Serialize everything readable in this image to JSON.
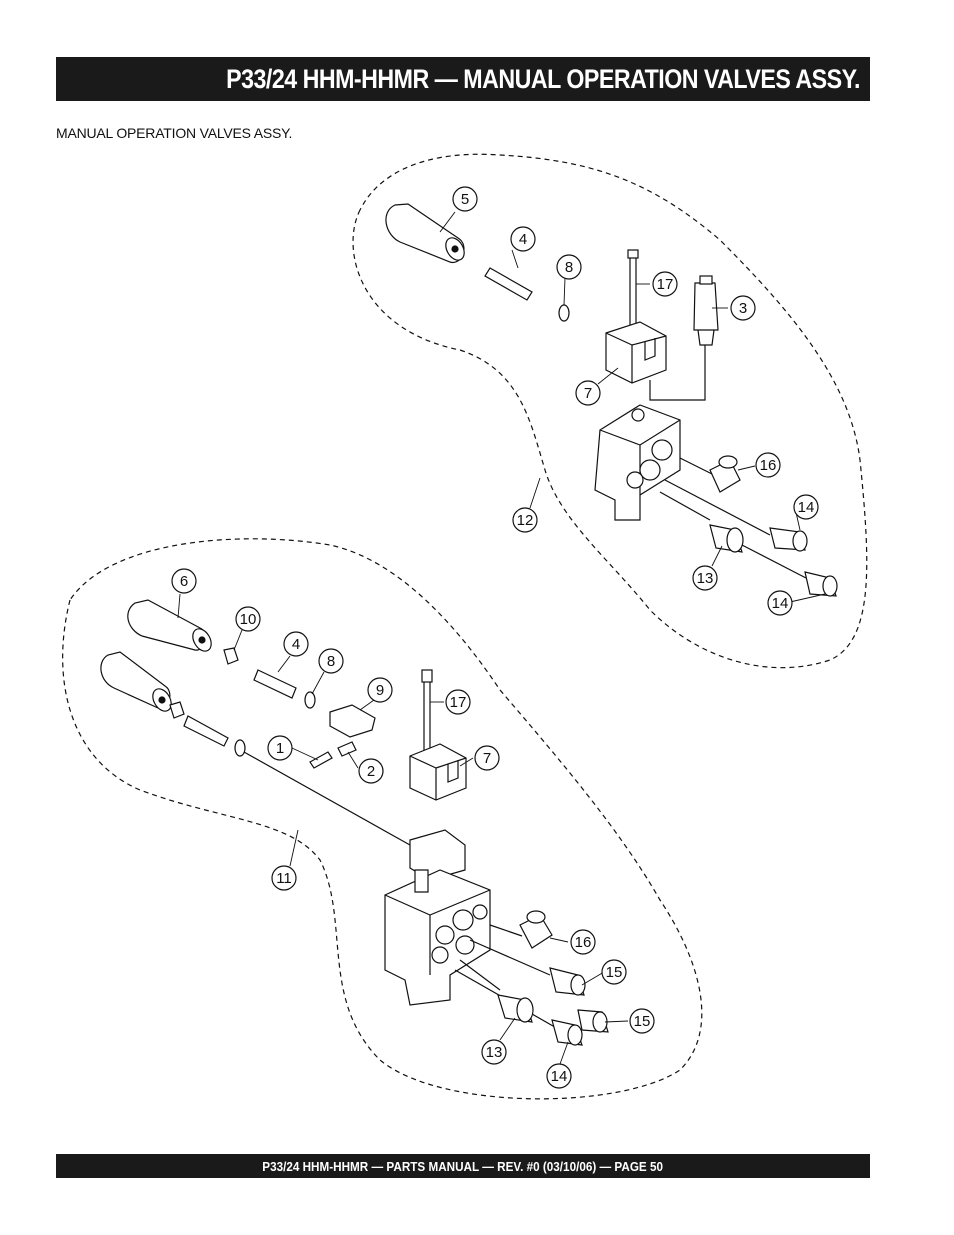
{
  "header": {
    "title": "P33/24 HHM-HHMR —  MANUAL OPERATION VALVES ASSY."
  },
  "subtitle": "MANUAL OPERATION VALVES ASSY.",
  "footer": {
    "text": "P33/24 HHM-HHMR — PARTS MANUAL — REV. #0 (03/10/06) — PAGE 50"
  },
  "callouts": {
    "upper": [
      "5",
      "4",
      "8",
      "17",
      "3",
      "7",
      "16",
      "14",
      "13",
      "14",
      "12"
    ],
    "lower": [
      "6",
      "10",
      "4",
      "8",
      "9",
      "17",
      "1",
      "2",
      "7",
      "11",
      "16",
      "15",
      "15",
      "13",
      "14"
    ]
  }
}
